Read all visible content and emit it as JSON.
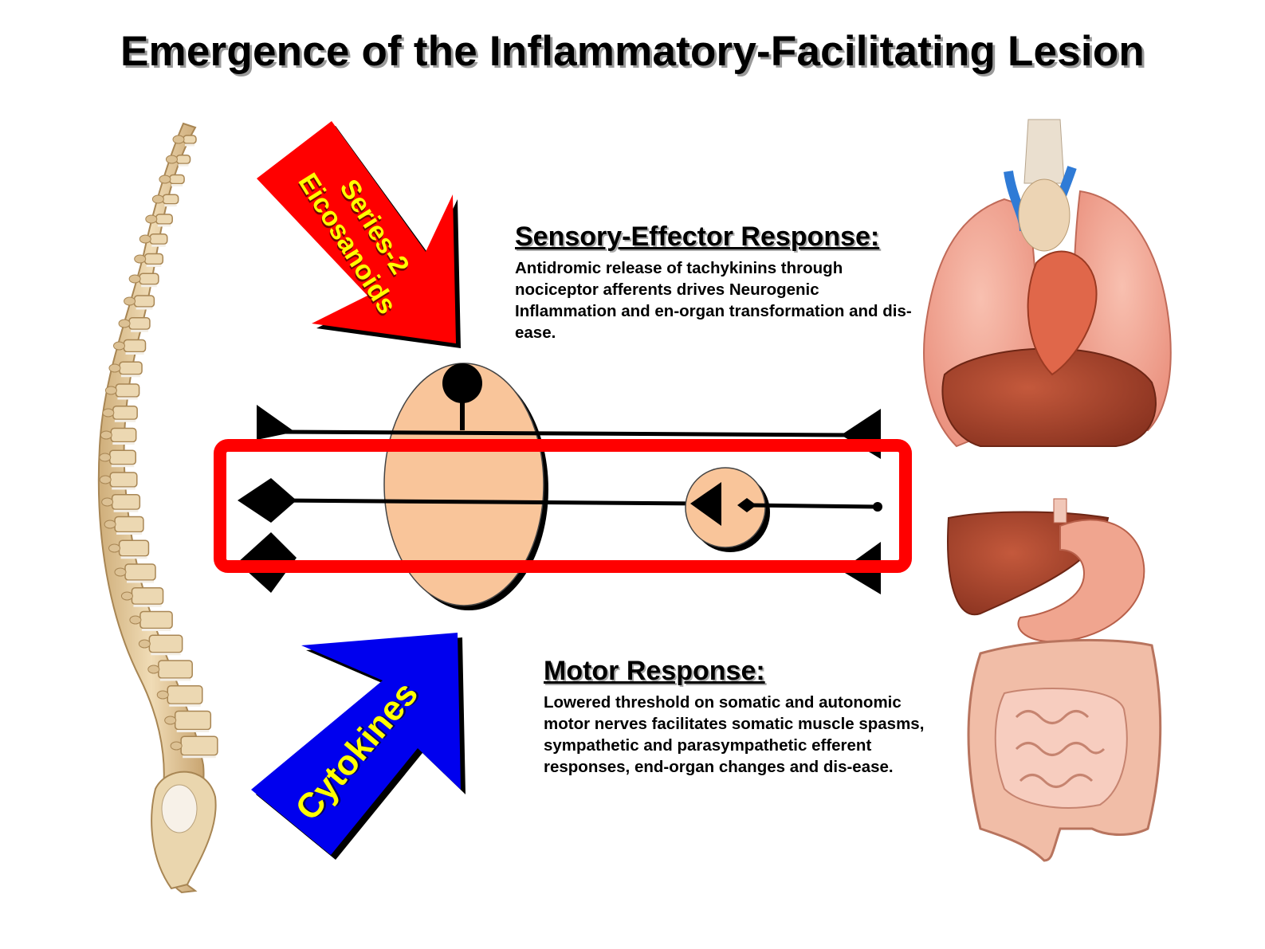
{
  "title": "Emergence of the Inflammatory-Facilitating Lesion",
  "sensory": {
    "heading": "Sensory-Effector Response:",
    "body": "Antidromic release of tachykinins through nociceptor afferents drives Neurogenic Inflammation and en-organ transformation and dis-ease."
  },
  "motor": {
    "heading": "Motor Response:",
    "body": "Lowered threshold on somatic and autonomic motor nerves facilitates somatic muscle spasms, sympathetic and parasympathetic efferent responses, end-organ changes and dis-ease."
  },
  "arrows": {
    "top": {
      "line1": "Series-2",
      "line2": "Eicosanoids"
    },
    "bottom": {
      "label": "Cytokines"
    }
  },
  "colors": {
    "red_arrow": "#ff0000",
    "blue_arrow": "#0000ee",
    "arrow_text": "#ffff00",
    "cell_body": "#f9c59a",
    "highlight_box": "#ff0000",
    "bone": "#e6cfa4",
    "lung": "#f2a08e",
    "liver": "#a8442c",
    "intestine": "#eeb0a0"
  },
  "icons": [
    "spine-illustration",
    "thoracic-organs-illustration",
    "abdominal-organs-illustration"
  ]
}
